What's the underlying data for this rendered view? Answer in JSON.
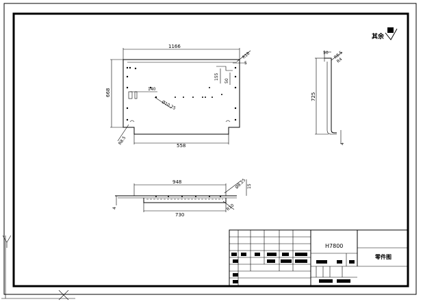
{
  "drawing": {
    "roughness_label": "其余",
    "front_view": {
      "width_dim": "1166",
      "height_dim": "668",
      "slot_dim": "140",
      "hole_dim": "Ø10.25",
      "dim_155": "155",
      "dim_50": "50",
      "dim_5": "5",
      "dim_r18": "R18",
      "dim_r85": "R8.5",
      "bottom_dim": "558"
    },
    "side_view": {
      "dim_50": "50",
      "dim_r85": "R8.5",
      "dim_r4": "R4",
      "height_dim": "725",
      "dim_4": "4"
    },
    "top_view": {
      "width_dim": "948",
      "hole_dim": "Ø8.25",
      "dim_15": "15",
      "dim_4": "4",
      "dim_r10": "R10",
      "bottom_dim": "730"
    },
    "title_block": {
      "part_code": "H7800",
      "drawing_title": "零件图"
    }
  }
}
